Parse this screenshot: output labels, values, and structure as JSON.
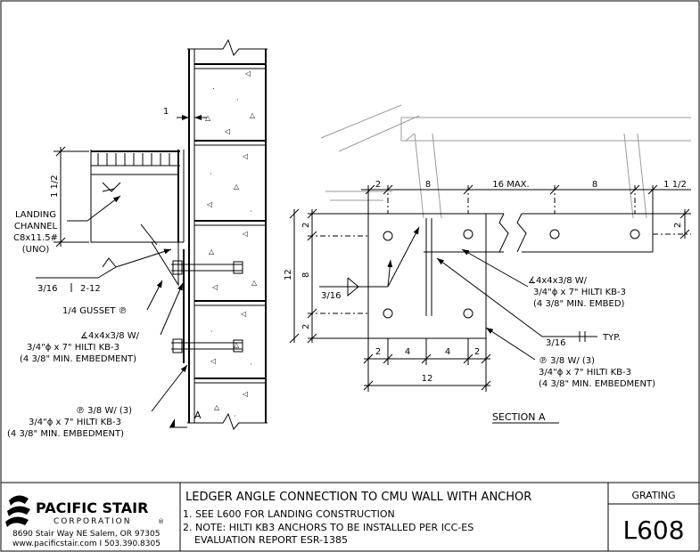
{
  "detail_a": {
    "dims": {
      "gap": "1",
      "channel_depth": "1 1/2"
    },
    "labels": {
      "landing_channel_1": "LANDING",
      "landing_channel_2": "CHANNEL",
      "landing_channel_3": "C8x11.5#",
      "landing_channel_4": "(UNO)",
      "weld_size": "3/16",
      "weld_pitch": "2-12",
      "gusset": "1/4 GUSSET ℗",
      "angle_1": "∡4x4x3/8 W/",
      "angle_2": "3/4\"ϕ x 7\" HILTI KB-3",
      "angle_3": "(4 3/8\" MIN. EMBEDMENT)",
      "plate_1": "℗ 3/8 W/ (3)",
      "plate_2": "3/4\"ϕ x 7\" HILTI KB-3",
      "plate_3": "(4 3/8\" MIN. EMBEDMENT)",
      "section_cut": "A"
    }
  },
  "section_a": {
    "top_dims": [
      "2",
      "8",
      "16 MAX.",
      "8",
      "1 1/2"
    ],
    "left_dims": [
      "12",
      "2",
      "8",
      "2"
    ],
    "right_dim": "2",
    "bottom_dims": [
      "2",
      "4",
      "4",
      "2"
    ],
    "bottom_total": "12",
    "weld_left": "3/16",
    "weld_typ_size": "3/16",
    "weld_typ": "TYP.",
    "angle_1": "∡4x4x3/8 W/",
    "angle_2": "3/4\"ϕ x 7\" HILTI KB-3",
    "angle_3": "(4 3/8\" MIN. EMBED)",
    "plate_1": "℗ 3/8 W/ (3)",
    "plate_2": "3/4\"ϕ x 7\" HILTI KB-3",
    "plate_3": "(4 3/8\" MIN. EMBEDMENT)",
    "title": "SECTION A"
  },
  "title_block": {
    "company_1": "PACIFIC STAIR",
    "company_2": "CORPORATION",
    "registered": "®",
    "address": "8690 Stair Way NE Salem, OR 97305",
    "contact": "www.pacificstair.com  I  503.390.8305",
    "title": "LEDGER ANGLE CONNECTION TO CMU WALL WITH ANCHOR",
    "note_1": "1. SEE L600 FOR LANDING CONSTRUCTION",
    "note_2": "2. NOTE: HILTI KB3 ANCHORS TO BE INSTALLED PER ICC-ES",
    "note_3": "EVALUATION REPORT ESR-1385",
    "category": "GRATING",
    "sheet_number": "L608"
  }
}
